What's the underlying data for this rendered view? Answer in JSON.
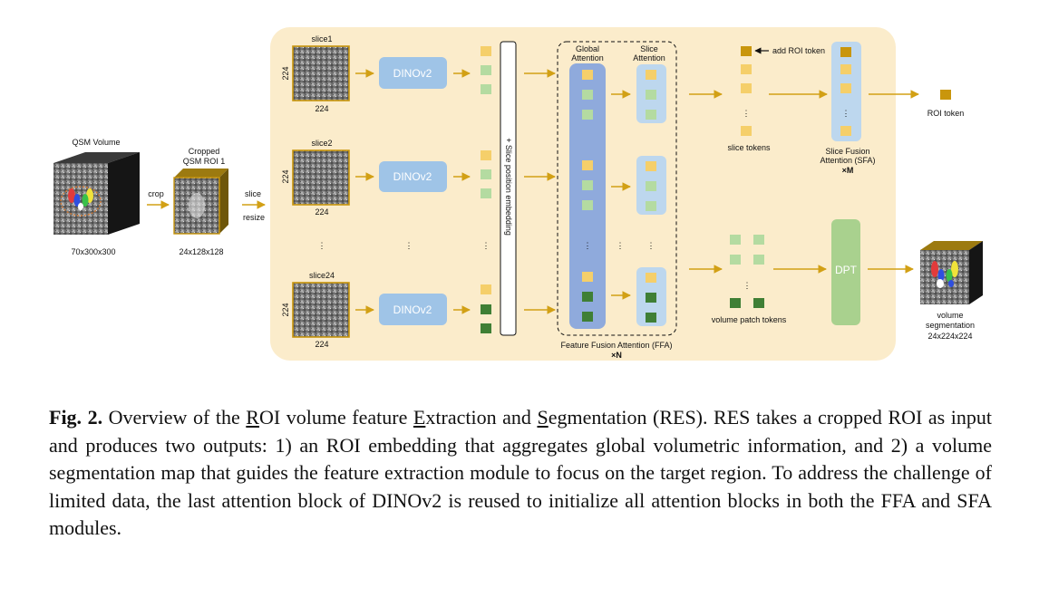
{
  "figure": {
    "qsm_volume": {
      "title": "QSM Volume",
      "size": "70x300x300"
    },
    "crop_label": "crop",
    "cropped": {
      "title_line1": "Cropped",
      "title_line2": "QSM ROI 1",
      "size": "24x128x128"
    },
    "slice_resize": {
      "line1": "slice",
      "line2": "resize"
    },
    "slices": [
      {
        "name": "slice1",
        "w": "224",
        "h": "224"
      },
      {
        "name": "slice2",
        "w": "224",
        "h": "224"
      },
      {
        "name": "slice24",
        "w": "224",
        "h": "224"
      }
    ],
    "dino_label": "DINOv2",
    "ellipsis": "⋮",
    "slice_pos_embedding": "+ Slice position embedding",
    "global_attention": {
      "line1": "Global",
      "line2": "Attention"
    },
    "slice_attention": {
      "line1": "Slice",
      "line2": "Attention"
    },
    "ffa": {
      "label": "Feature Fusion Attention (FFA)",
      "mult_prefix": "×",
      "mult": "N"
    },
    "add_roi_token": "add ROI token",
    "slice_tokens": "slice tokens",
    "sfa": {
      "line1": "Slice Fusion",
      "line2": "Attention (SFA)",
      "mult_prefix": "×",
      "mult": "M"
    },
    "roi_token": "ROI token",
    "dpt_label": "DPT",
    "volume_patch_tokens": "volume patch tokens",
    "volume_segmentation": {
      "line1": "volume",
      "line2": "segmentation",
      "size": "24x224x224"
    }
  },
  "caption": {
    "fig_label": "Fig. 2.",
    "part1": "Overview of the ",
    "u1": "R",
    "part2": "OI volume feature ",
    "u2": "E",
    "part3": "xtraction and ",
    "u3": "S",
    "part4": "egmentation (RES). RES takes a cropped ROI as input and produces two outputs: 1) an ROI embedding that aggregates global volumetric information, and 2) a volume segmentation map that guides the feature extraction module to focus on the target region. To address the challenge of limited data, the last attention block of DINOv2 is reused to initialize all attention blocks in both the FFA and SFA modules."
  },
  "colors": {
    "panel": "#fbeccb",
    "arrow": "#d2a015",
    "dino_box": "#9fc4e7",
    "global_col": "#8faadc",
    "slice_col": "#bdd7ee",
    "dpt": "#a9d18e",
    "token_yellow": "#f5cf6a",
    "token_light_green": "#b4dba1",
    "token_dark_green": "#3f7f35",
    "roi_gold": "#c9960c"
  }
}
